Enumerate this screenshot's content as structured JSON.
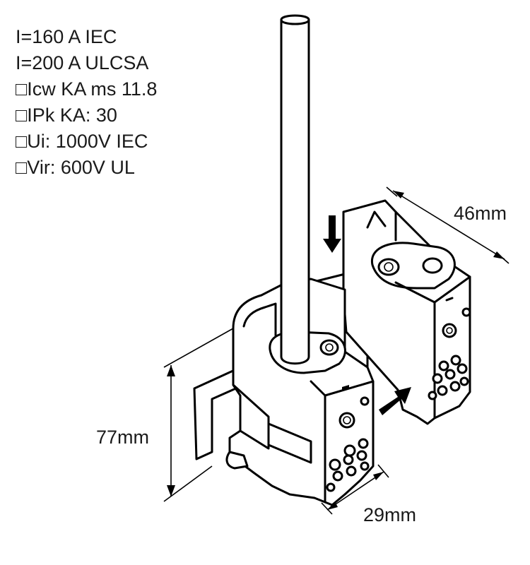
{
  "specs": [
    "I=160 A IEC",
    "I=200 A ULCSA",
    "□Icw KA ms 11.8",
    "□IPk KA: 30",
    "□Ui: 1000V IEC",
    "□Vir: 600V UL"
  ],
  "dimensions": {
    "width_top": "46mm",
    "height": "77mm",
    "depth": "29mm"
  },
  "icons": [
    "down-arrow-icon",
    "insert-arrow-icon"
  ],
  "colors": {
    "line": "#000000",
    "background": "#ffffff"
  }
}
